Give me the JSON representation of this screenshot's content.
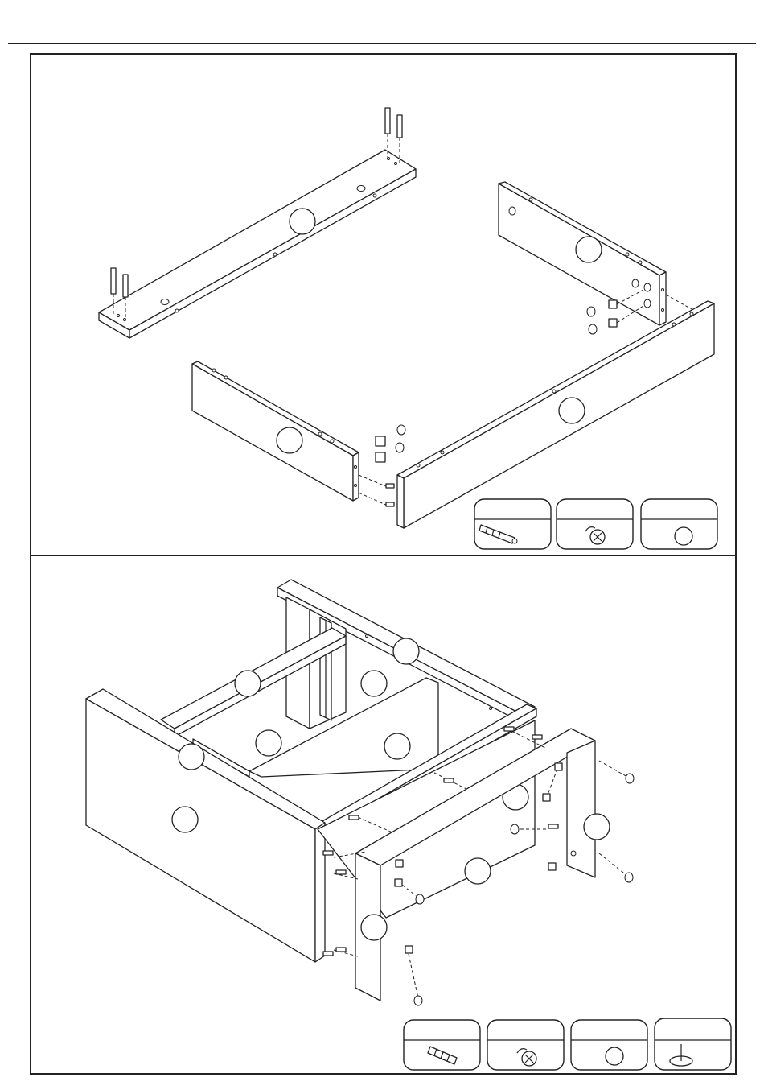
{
  "page": {
    "step_count": 2
  },
  "step1": {
    "parts": [
      {
        "name": "rail-top",
        "callout": ""
      },
      {
        "name": "side-panel-right",
        "callout": ""
      },
      {
        "name": "side-panel-left",
        "callout": ""
      },
      {
        "name": "front-panel",
        "callout": ""
      }
    ],
    "hardware": [
      {
        "icon": "dowel-screw-icon",
        "quantity": ""
      },
      {
        "icon": "cam-lock-icon",
        "quantity": ""
      },
      {
        "icon": "cap-icon",
        "quantity": ""
      }
    ]
  },
  "step2": {
    "parts": [
      {
        "name": "left-side-panel",
        "callout": ""
      },
      {
        "name": "back-rail",
        "callout": ""
      },
      {
        "name": "inner-divider",
        "callout": ""
      },
      {
        "name": "front-rail",
        "callout": ""
      },
      {
        "name": "right-end-panel",
        "callout": ""
      },
      {
        "name": "bottom-panel",
        "callout": ""
      }
    ],
    "hardware": [
      {
        "icon": "wood-dowel-icon",
        "quantity": ""
      },
      {
        "icon": "cam-lock-icon",
        "quantity": ""
      },
      {
        "icon": "cap-icon",
        "quantity": ""
      },
      {
        "icon": "nail-icon",
        "quantity": ""
      }
    ]
  }
}
